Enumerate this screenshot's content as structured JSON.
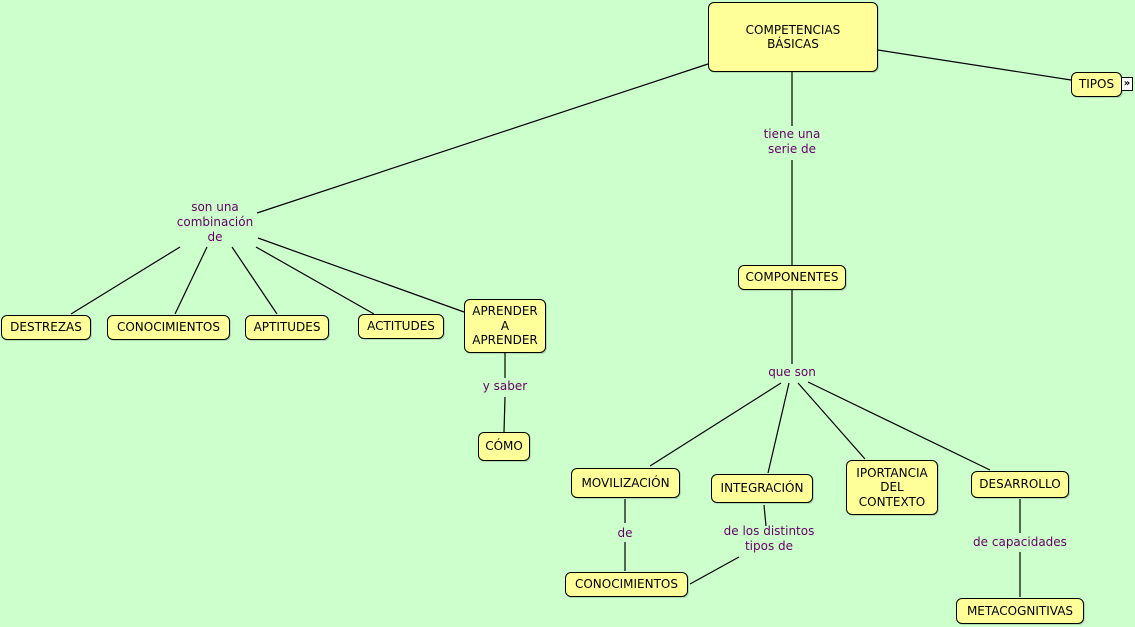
{
  "concepts": {
    "competencias": "COMPETENCIAS\nBÁSICAS",
    "tipos": "TIPOS",
    "componentes": "COMPONENTES",
    "destrezas": "DESTREZAS",
    "conocimientos_a": "CONOCIMIENTOS",
    "aptitudes": "APTITUDES",
    "actitudes": "ACTITUDES",
    "aprender": "APRENDER\nA\nAPRENDER",
    "como": "CÓMO",
    "movilizacion": "MOVILIZACIÓN",
    "integracion": "INTEGRACIÓN",
    "importancia": "IPORTANCIA\nDEL\nCONTEXTO",
    "desarrollo": "DESARROLLO",
    "conocimientos_b": "CONOCIMIENTOS",
    "metacognitivas": "METACOGNITIVAS"
  },
  "linking_phrases": {
    "combinacion": "son una\ncombinación\nde",
    "serie": "tiene una\nserie de",
    "y_saber": "y saber",
    "que_son": "que son",
    "de": "de",
    "distintos": "de los distintos\ntipos de",
    "capacidades": "de capacidades"
  },
  "icons": {
    "tipos_expand": "double-chevron-right-icon"
  },
  "colors": {
    "background": "#ccffcc",
    "concept_fill": "#ffff99",
    "linking_text": "#660066"
  }
}
